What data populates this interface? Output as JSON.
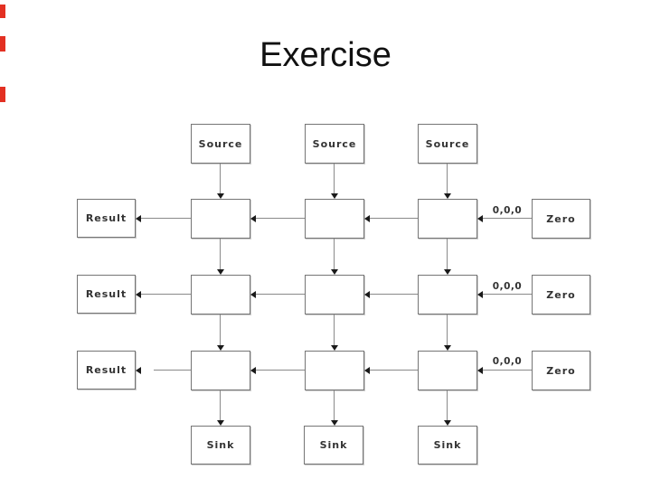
{
  "slide": {
    "title": "Exercise"
  },
  "diagram": {
    "source_labels": [
      "Source",
      "Source",
      "Source"
    ],
    "result_labels": [
      "Result",
      "Result",
      "Result"
    ],
    "zero_labels": [
      "Zero",
      "Zero",
      "Zero"
    ],
    "sink_labels": [
      "Sink",
      "Sink",
      "Sink"
    ],
    "input_value_labels": [
      "0,0,0",
      "0,0,0",
      "0,0,0"
    ],
    "grid": {
      "rows": 3,
      "cols": 3
    }
  },
  "colors": {
    "title_text": "#111111",
    "diagram_text": "#333333",
    "box_border": "#757575",
    "connector_line": "#8a8a8a",
    "arrowhead": "#1a1a1a",
    "left_edge_artifact": "#e33022",
    "background": "#ffffff"
  }
}
